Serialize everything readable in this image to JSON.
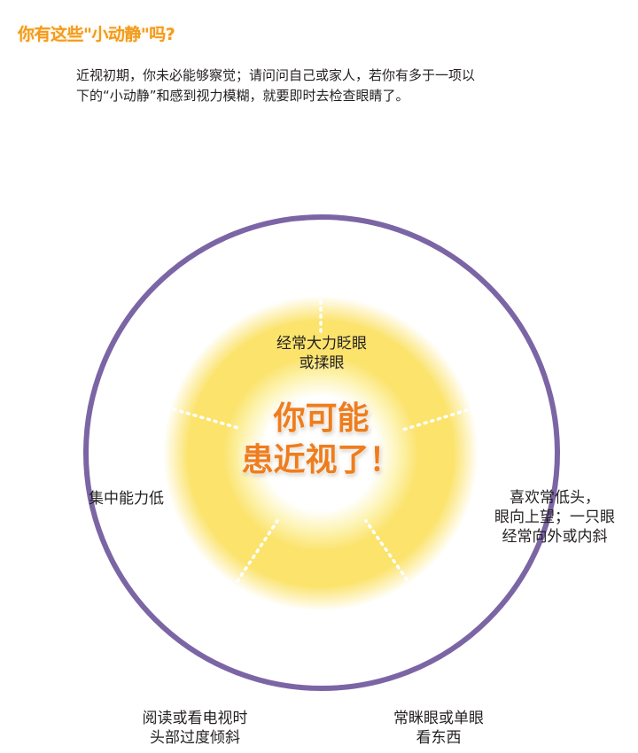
{
  "heading": "你有这些\"小动静\"吗?",
  "intro": {
    "line1": "近视初期，你未必能够察觉；请问问自己或家人，若你有多于一项以",
    "line2": "下的“小动静”和感到视力模糊，就要即时去检查眼睛了。"
  },
  "center": {
    "line1": "你可能",
    "line2": "患近视了！"
  },
  "signs": {
    "top": {
      "line1": "经常大力眨眼",
      "line2": "或揉眼"
    },
    "left": {
      "line1": "集中能力低"
    },
    "right": {
      "line1": "喜欢常低头，",
      "line2": "眼向上望；一只眼",
      "line3": "经常向外或内斜"
    },
    "bottom_left": {
      "line1": "阅读或看电视时",
      "line2": "头部过度倾斜"
    },
    "bottom_right": {
      "line1": "常眯眼或单眼",
      "line2": "看东西"
    }
  },
  "colors": {
    "heading": "#f39a1e",
    "ring": "#7b65a5",
    "glow": "#fbe46a",
    "center_text": "#ef7d1d",
    "body_text": "#231f20"
  }
}
